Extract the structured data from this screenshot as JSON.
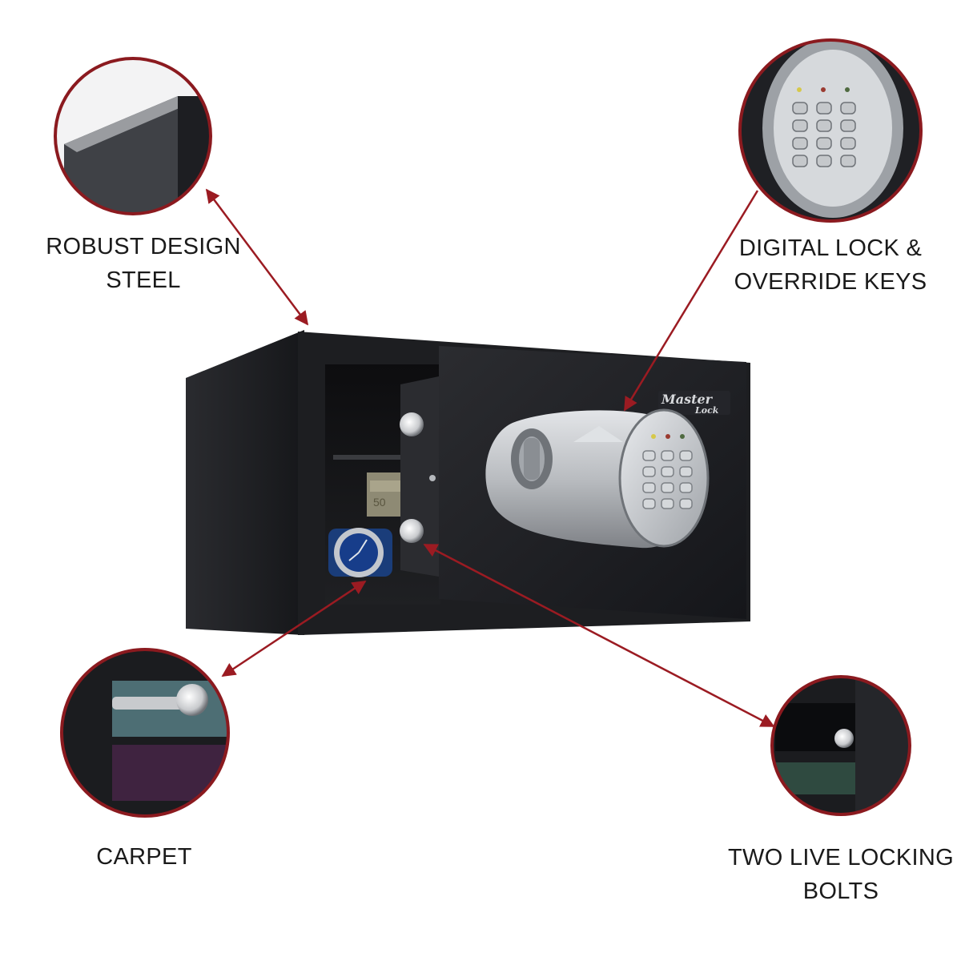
{
  "features": [
    {
      "lines": [
        "ROBUST DESIGN",
        "STEEL"
      ]
    },
    {
      "lines": [
        "DIGITAL LOCK &",
        "OVERRIDE KEYS"
      ]
    },
    {
      "lines": [
        "CARPET"
      ]
    },
    {
      "lines": [
        "TWO LIVE LOCKING",
        "BOLTS"
      ]
    }
  ],
  "brand": {
    "line1": "Master",
    "line2": "Lock"
  },
  "colors": {
    "callout_ring": "#8b1a1f",
    "arrow": "#9b1b22",
    "safe_body": "#1c1d20",
    "panel_silver": "#b9bcc0",
    "background": "#ffffff"
  },
  "icons": [
    "padlock-icon"
  ]
}
